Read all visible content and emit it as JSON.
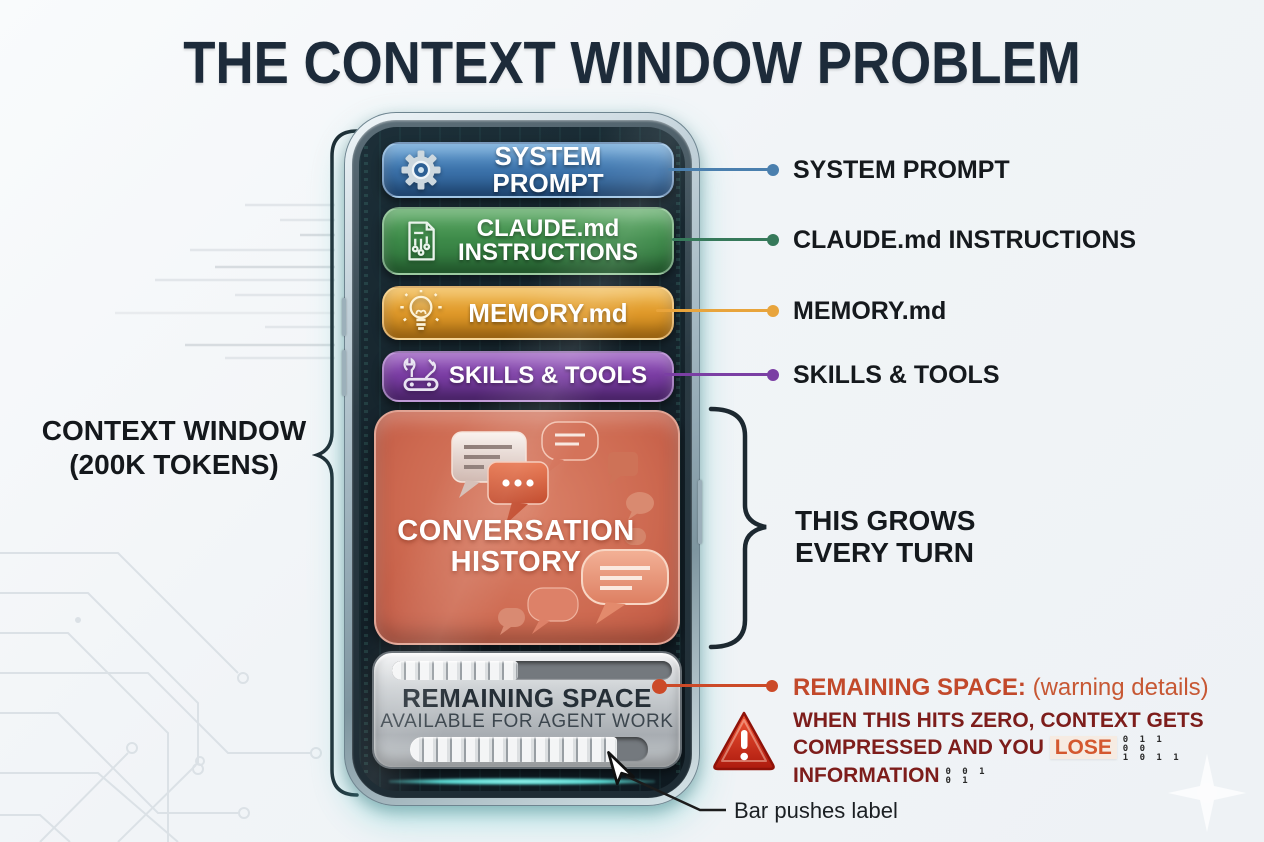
{
  "title": "THE CONTEXT WINDOW PROBLEM",
  "context_window_label": {
    "line1": "CONTEXT WINDOW",
    "line2": "(200K TOKENS)"
  },
  "phone": {
    "stack": [
      {
        "label_line1": "SYSTEM PROMPT",
        "label_line2": "",
        "icon": "gear-icon",
        "color": "#3d74ac"
      },
      {
        "label_line1": "CLAUDE.md",
        "label_line2": "INSTRUCTIONS",
        "icon": "circuit-document-icon",
        "color": "#3d8a49"
      },
      {
        "label_line1": "MEMORY.md",
        "label_line2": "",
        "icon": "lightbulb-icon",
        "color": "#e09a2b"
      },
      {
        "label_line1": "SKILLS & TOOLS",
        "label_line2": "",
        "icon": "multitool-icon",
        "color": "#7a3da3"
      }
    ],
    "conversation": {
      "label_line1": "CONVERSATION",
      "label_line2": "HISTORY",
      "icon": "chat-bubbles",
      "color": "#cd6950"
    },
    "remaining_panel": {
      "title": "REMAINING SPACE",
      "subtitle": "AVAILABLE FOR AGENT WORK",
      "top_bar_percent": 45,
      "bottom_bar_percent": 87
    }
  },
  "callouts": [
    {
      "label": "SYSTEM PROMPT",
      "color": "#4a7fae"
    },
    {
      "label": "CLAUDE.md INSTRUCTIONS",
      "color": "#36795a"
    },
    {
      "label": "MEMORY.md",
      "color": "#e8a43c"
    },
    {
      "label": "SKILLS & TOOLS",
      "color": "#7b3fa4"
    }
  ],
  "grows_label": {
    "line1": "THIS GROWS",
    "line2": "EVERY TURN"
  },
  "warning_callout": {
    "heading": "REMAINING SPACE:",
    "heading_suffix": " (warning details)",
    "line_color": "#cc4a28",
    "body_line1": "WHEN THIS HITS ZERO, CONTEXT GETS",
    "body_line2_pre": "COMPRESSED AND YOU ",
    "body_highlight": "LOSE",
    "body_line3": "INFORMATION",
    "glitch_after_lose": "0 1 1\n0 0\n1 0 1 1",
    "glitch_after_information": "0 0 1\n0 1",
    "icon": "warning-triangle-icon"
  },
  "bottom_annotation": {
    "label": "Bar pushes label"
  }
}
